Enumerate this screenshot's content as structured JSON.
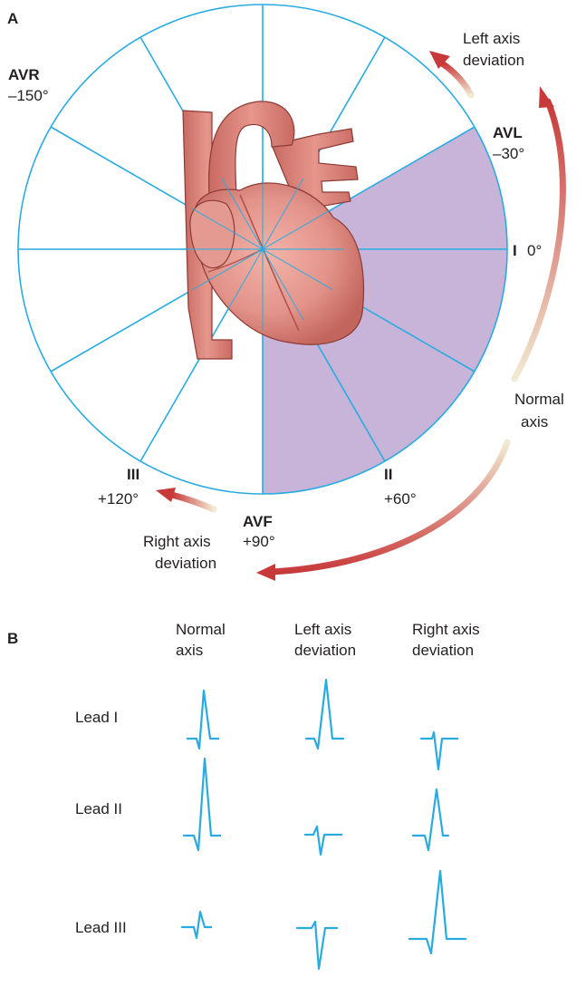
{
  "panel_a": {
    "panel_label": "A",
    "leads": {
      "avr": {
        "name": "AVR",
        "angle": "–150°"
      },
      "avl": {
        "name": "AVL",
        "angle": "–30°"
      },
      "i": {
        "name": "I",
        "angle": "0°"
      },
      "ii": {
        "name": "II",
        "angle": "+60°"
      },
      "avf": {
        "name": "AVF",
        "angle": "+90°"
      },
      "iii": {
        "name": "III",
        "angle": "+120°"
      }
    },
    "left_axis_deviation": [
      "Left axis",
      "deviation"
    ],
    "normal_axis": [
      "Normal",
      "axis"
    ],
    "right_axis_deviation": [
      "Right axis",
      "deviation"
    ],
    "colors": {
      "circle": "#29abe2",
      "normal_sector": "#c8b4d8",
      "heart": "#d9847a",
      "arrow": "#c8393a"
    }
  },
  "panel_b": {
    "panel_label": "B",
    "columns": [
      [
        "Normal",
        "axis"
      ],
      [
        "Left axis",
        "deviation"
      ],
      [
        "Right axis",
        "deviation"
      ]
    ],
    "rows": [
      "Lead I",
      "Lead II",
      "Lead III"
    ],
    "trace_color": "#29abe2"
  }
}
